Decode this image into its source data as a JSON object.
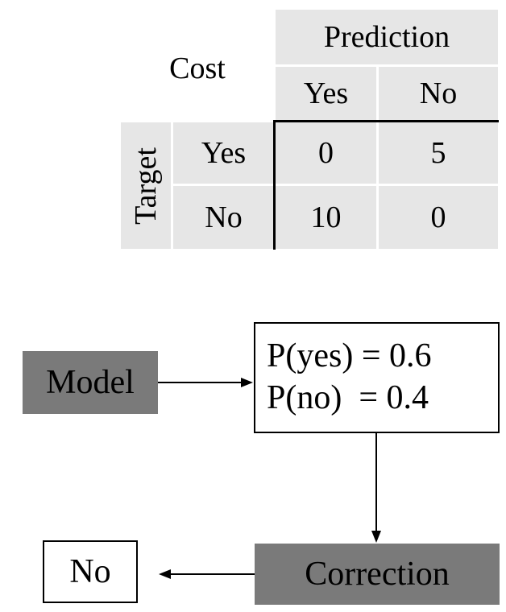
{
  "cost_table": {
    "corner_label": "Cost",
    "prediction_header": "Prediction",
    "target_header": "Target",
    "columns": [
      "Yes",
      "No"
    ],
    "rows": [
      {
        "label": "Yes",
        "values": [
          "0",
          "5"
        ]
      },
      {
        "label": "No",
        "values": [
          "10",
          "0"
        ]
      }
    ]
  },
  "flow": {
    "model_label": "Model",
    "probabilities": [
      "P(yes) = 0.6",
      "P(no)  = 0.4"
    ],
    "correction_label": "Correction",
    "output_label": "No"
  },
  "colors": {
    "table_cell": "#e6e6e6",
    "dark_box": "#7a7a7a",
    "line": "#000000"
  }
}
